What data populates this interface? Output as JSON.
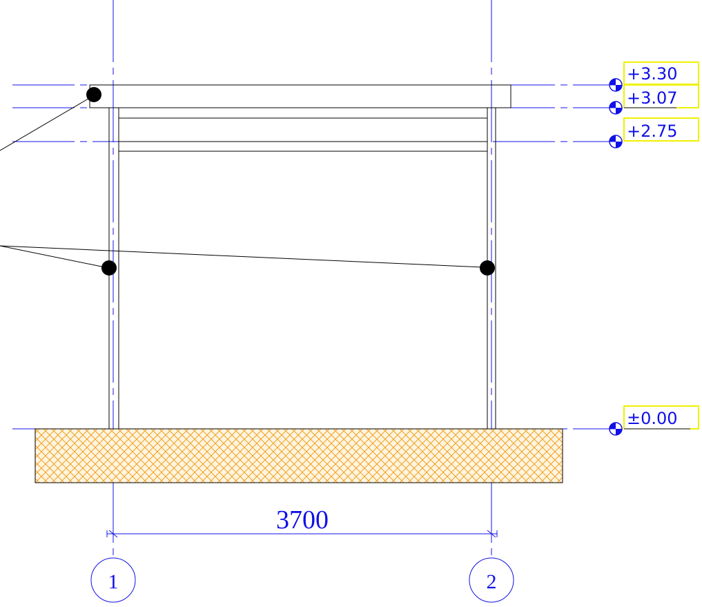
{
  "levels": [
    {
      "label": "+3.30"
    },
    {
      "label": "+3.07"
    },
    {
      "label": "+2.75"
    },
    {
      "label": "±0.00"
    }
  ],
  "dimension": {
    "value": "3700"
  },
  "grid_axes": [
    {
      "label": "1"
    },
    {
      "label": "2"
    }
  ],
  "colors": {
    "axis": "#1010e8",
    "structure": "#000000",
    "level_box": "#f0f000",
    "foundation_hatch": "#f0a020"
  }
}
